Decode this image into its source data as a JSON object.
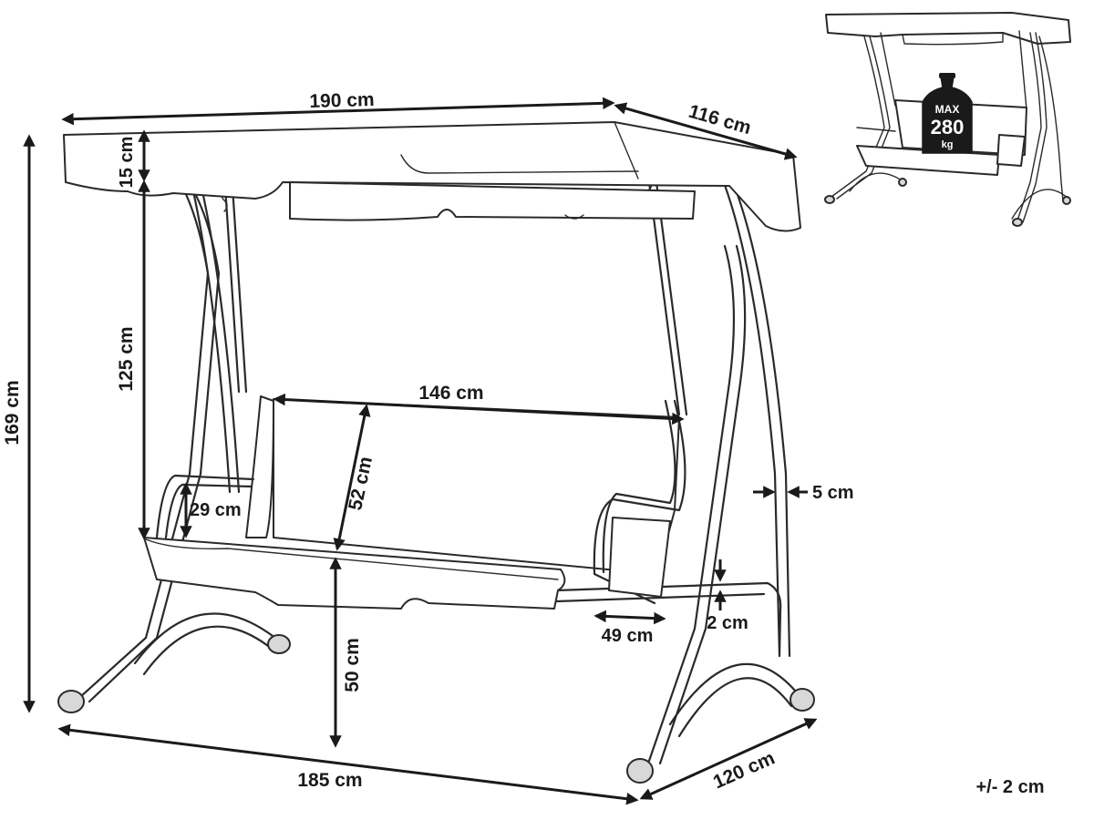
{
  "dimensions": {
    "canopy_width": "190 cm",
    "canopy_depth": "116 cm",
    "canopy_height": "15 cm",
    "total_height": "169 cm",
    "seat_to_canopy": "125 cm",
    "seat_width": "146 cm",
    "backrest_height": "52 cm",
    "armrest_height": "29 cm",
    "frame_tube": "5 cm",
    "seat_clearance": "2 cm",
    "armrest_depth": "49 cm",
    "seat_height": "50 cm",
    "base_width": "185 cm",
    "base_depth": "120 cm"
  },
  "tolerance": "+/- 2 cm",
  "max_load": {
    "prefix": "MAX",
    "value": "280",
    "unit": "kg"
  },
  "colors": {
    "line": "#2a2a2a",
    "fill": "#ffffff",
    "weight_fill": "#1a1a1a"
  }
}
